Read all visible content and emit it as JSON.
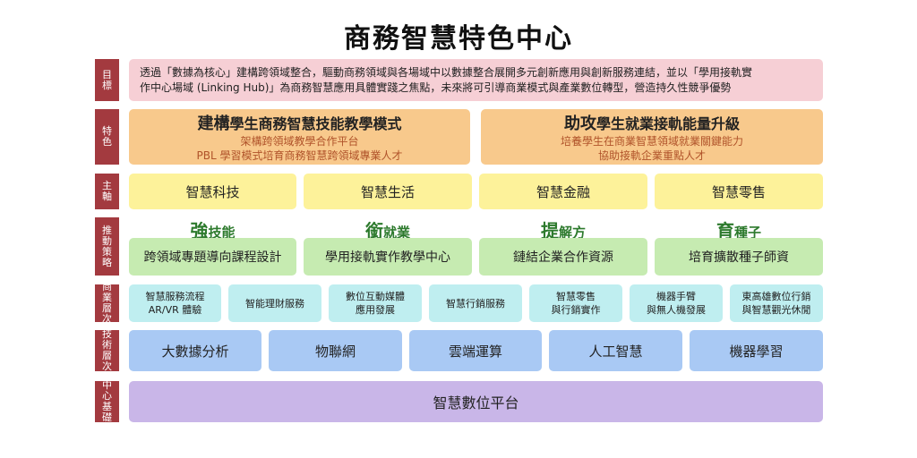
{
  "title": "商務智慧特色中心",
  "rows": {
    "goal": "目標",
    "feature": "特色",
    "axis": "主軸",
    "strategy": "推動策略",
    "business": "商業層次",
    "tech": "技術層次",
    "center": "中心基礎"
  },
  "goal": {
    "line1": "透過「數據為核心」建構跨領域整合，驅動商務領域與各場域中以數據整合展開多元創新應用與創新服務連結，並以「學用接軌實",
    "line2": "作中心場域 (Linking Hub)」為商務智慧應用具體實踐之焦點，未來將可引導商業模式與產業數位轉型，營造持久性競爭優勢"
  },
  "features": [
    {
      "head_bold": "建構",
      "head_rest": "學生商務智慧技能教學模式",
      "lines": [
        "架構跨領域教學合作平台",
        "PBL 學習模式培育商務智慧跨領域專業人才"
      ]
    },
    {
      "head_bold": "助攻",
      "head_rest": "學生就業接軌能量升級",
      "lines": [
        "培養學生在商業智慧領域就業關鍵能力",
        "協助接軌企業重點人才"
      ]
    }
  ],
  "axes": [
    "智慧科技",
    "智慧生活",
    "智慧金融",
    "智慧零售"
  ],
  "strategies": [
    {
      "big": "強",
      "small": "技能",
      "box": "跨領域專題導向課程設計"
    },
    {
      "big": "銜",
      "small": "就業",
      "box": "學用接軌實作教學中心"
    },
    {
      "big": "提",
      "small": "解方",
      "box": "鏈結企業合作資源"
    },
    {
      "big": "育",
      "small": "種子",
      "box": "培育擴散種子師資"
    }
  ],
  "business": [
    [
      "智慧服務流程",
      "AR/VR 體驗"
    ],
    [
      "智能理財服務"
    ],
    [
      "數位互動媒體",
      "應用發展"
    ],
    [
      "智慧行銷服務"
    ],
    [
      "智慧零售",
      "與行銷實作"
    ],
    [
      "機器手臂",
      "與無人機發展"
    ],
    [
      "東高雄數位行銷",
      "與智慧觀光休閒"
    ]
  ],
  "tech": [
    "大數據分析",
    "物聯網",
    "雲端運算",
    "人工智慧",
    "機器學習"
  ],
  "center": "智慧數位平台"
}
